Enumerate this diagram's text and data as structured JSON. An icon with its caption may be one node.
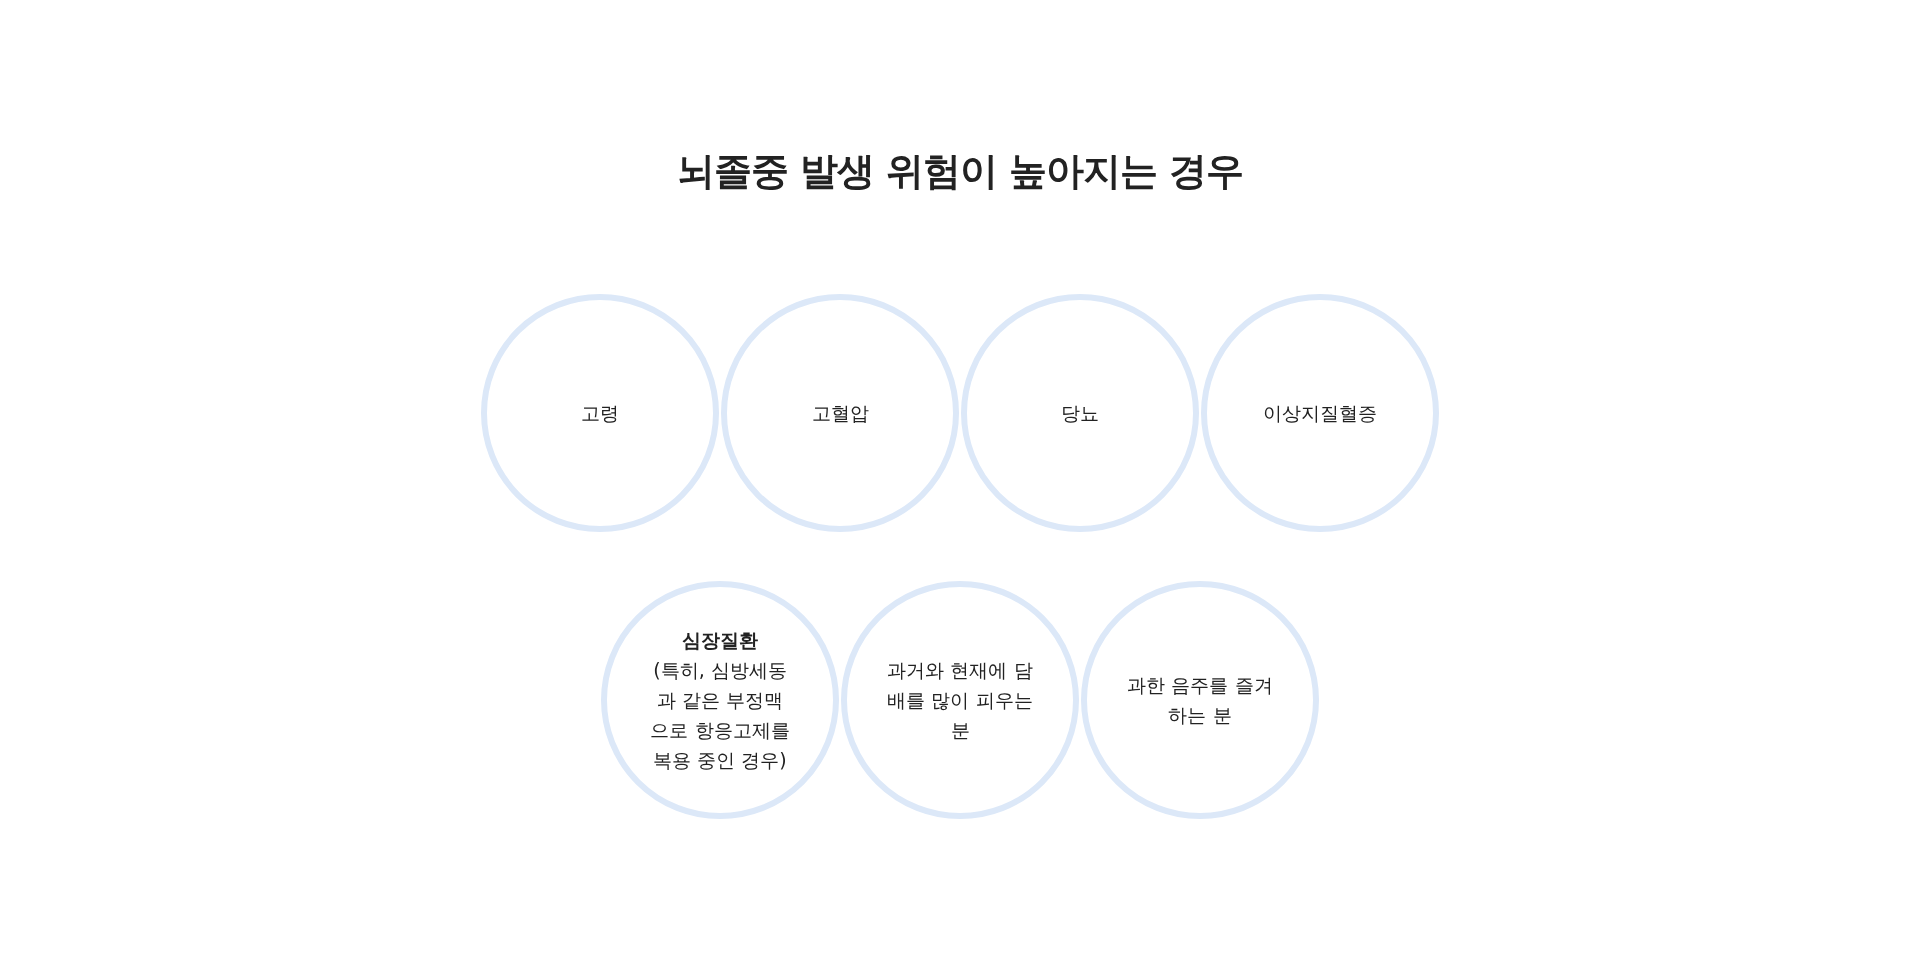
{
  "diagram": {
    "title": "뇌졸중 발생 위험이 높아지는 경우",
    "nodes": [
      {
        "text": [
          "고령"
        ]
      },
      {
        "text": [
          "고혈압"
        ]
      },
      {
        "text": [
          "당뇨"
        ]
      },
      {
        "text": [
          "이상지질혈증"
        ]
      },
      {
        "text": [
          "심장질환",
          "(특히, 심방세동과 같은 부정맥으로 항응고제를 복용 중인 경우)"
        ]
      },
      {
        "text": [
          "과거와 현재에 담배를 많이 피우는 분"
        ]
      },
      {
        "text": [
          "과한 음주를 즐겨하는 분"
        ]
      }
    ],
    "edges": []
  }
}
